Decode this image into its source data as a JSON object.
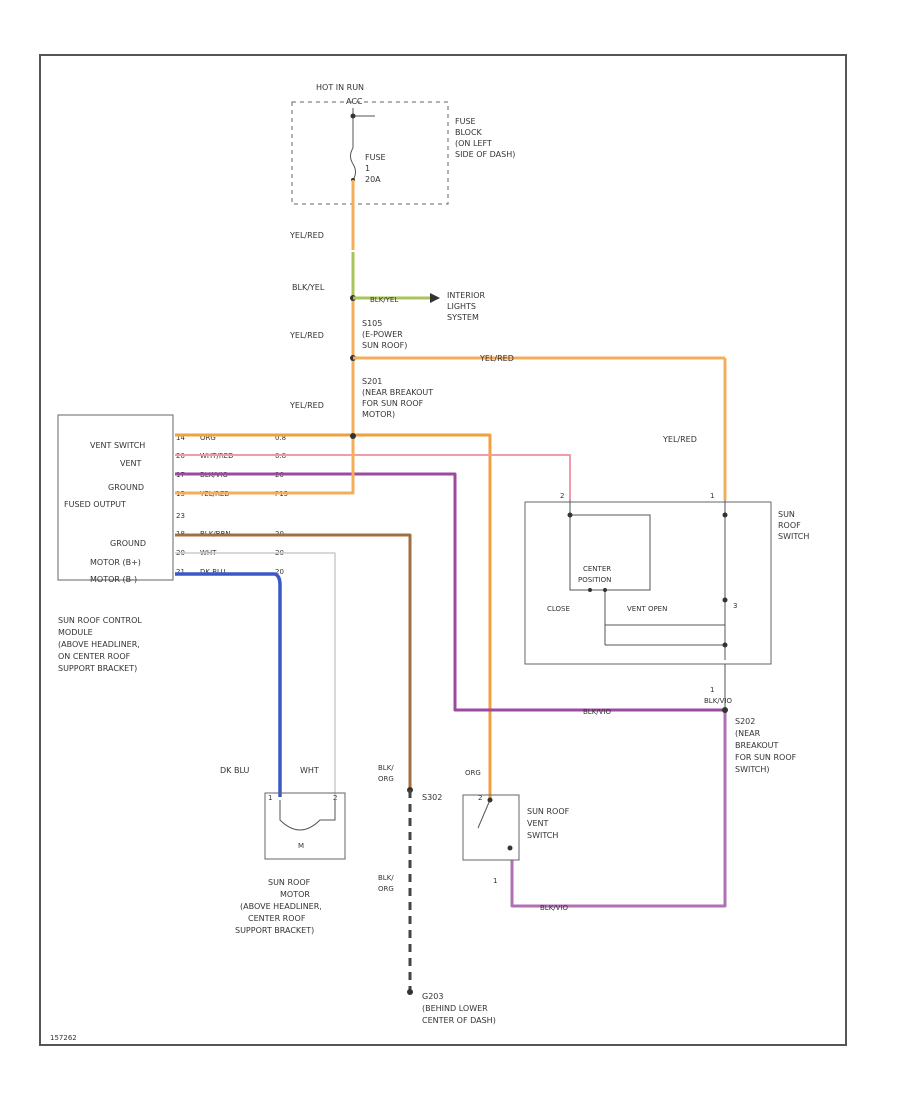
{
  "colors": {
    "yelred": "#f6ad5a",
    "bkyel": "#a9c55a",
    "org": "#f0a040",
    "whtred": "#f09aaa",
    "bkwht": "#9c4aa0",
    "bkwht2": "#b070b5",
    "bkbrn": "#a07040",
    "wht": "#cccccc",
    "dkblu": "#3a58c8",
    "gnd": "#555555"
  },
  "header": {
    "hot_in_run": "HOT IN RUN",
    "acc": "ACC"
  },
  "fuse_block": {
    "label": [
      "FUSE",
      "BLOCK",
      "(ON LEFT",
      "SIDE OF DASH)"
    ],
    "fuse": [
      "FUSE",
      "1",
      "20A"
    ]
  },
  "wire_labels": {
    "yelred_1": "YEL/RED",
    "bkyel_1": "BLK/YEL",
    "bkyel_2": "BLK/YEL",
    "yelred_2": "YEL/RED",
    "yelred_3": "YEL/RED",
    "yelred_4": "YEL/RED",
    "yelred_5": "YEL/RED",
    "dkblu": "DK BLU",
    "wht": "WHT",
    "blkorg_1": [
      "BLK/",
      "ORG"
    ],
    "blkorg_2": [
      "BLK/",
      "ORG"
    ],
    "org": "ORG",
    "bkwht_1": "BLK/VIO",
    "bkwht_2": "BLK/VIO",
    "bkwht_3": "BLK/VIO"
  },
  "interior_lights": [
    "INTERIOR",
    "LIGHTS",
    "SYSTEM"
  ],
  "splices": {
    "s105": [
      "S105",
      "(E-POWER",
      "SUN ROOF)"
    ],
    "s201": [
      "S201",
      "(NEAR BREAKOUT",
      "FOR SUN ROOF",
      "MOTOR)"
    ],
    "s202": [
      "S202",
      "(NEAR",
      "BREAKOUT",
      "FOR SUN ROOF",
      "SWITCH)"
    ],
    "s302": "S302",
    "g203": [
      "G203",
      "(BEHIND LOWER",
      "CENTER OF DASH)"
    ]
  },
  "module": {
    "pins": [
      {
        "label": "VENT SWITCH",
        "pin": "14",
        "color": "ORG",
        "gauge": "0.8"
      },
      {
        "label": "VENT",
        "pin": "20",
        "color": "WHT/RED",
        "gauge": "0.8"
      },
      {
        "label": "GROUND",
        "pin": "17",
        "color": "BLK/VIO",
        "gauge": "20"
      },
      {
        "label": "FUSED OUTPUT",
        "pin": "15",
        "color": "YEL/RED",
        "gauge": "P15"
      },
      {
        "label": "",
        "pin": "23",
        "color": "",
        "gauge": ""
      },
      {
        "label": "GROUND",
        "pin": "18",
        "color": "BLK/BRN",
        "gauge": "20"
      },
      {
        "label": "MOTOR (B+)",
        "pin": "20",
        "color": "WHT",
        "gauge": "20"
      },
      {
        "label": "MOTOR (B-)",
        "pin": "21",
        "color": "DK BLU",
        "gauge": "20"
      }
    ],
    "caption": [
      "SUN ROOF CONTROL",
      "MODULE",
      "(ABOVE HEADLINER,",
      "ON CENTER ROOF",
      "SUPPORT BRACKET)"
    ]
  },
  "sunroof_switch": {
    "label": [
      "SUN",
      "ROOF",
      "SWITCH"
    ],
    "center": [
      "CENTER",
      "POSITION"
    ],
    "close": "CLOSE",
    "vent_open": "VENT OPEN",
    "pin_a": "2",
    "pin_b": "1",
    "pin_c": "3",
    "pin_d": "1"
  },
  "motor": {
    "caption": [
      "SUN ROOF",
      "MOTOR",
      "(ABOVE HEADLINER,",
      "CENTER ROOF",
      "SUPPORT BRACKET)"
    ],
    "m": "M",
    "pin1": "1",
    "pin2": "2"
  },
  "vent_switch": {
    "caption": [
      "SUN ROOF",
      "VENT",
      "SWITCH"
    ],
    "pin1": "1",
    "pin2": "2"
  },
  "footer_id": "157262"
}
